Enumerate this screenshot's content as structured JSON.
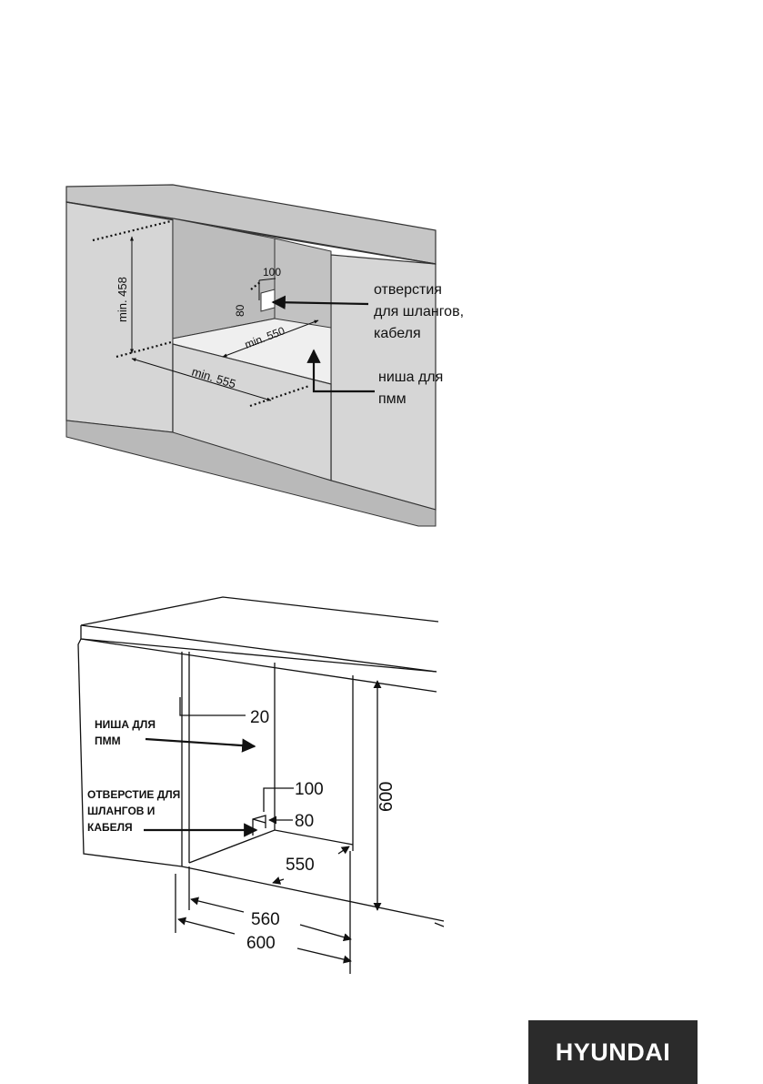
{
  "diagram_top": {
    "dims": {
      "height": "min. 458",
      "width": "min. 555",
      "depth": "min. 550",
      "hole_w": "100",
      "hole_h": "80"
    },
    "labels": {
      "hole": [
        "отверстия",
        "для шлангов,",
        "кабеля"
      ],
      "niche": [
        "ниша для",
        "пмм"
      ]
    }
  },
  "diagram_bottom": {
    "dims": {
      "gap": "20",
      "hole_w": "100",
      "hole_h": "80",
      "depth": "550",
      "inner_w": "560",
      "outer_w": "600",
      "height": "600"
    },
    "labels": {
      "niche": [
        "НИША ДЛЯ",
        "ПММ"
      ],
      "hole": [
        "ОТВЕРСТИЕ ДЛЯ",
        "ШЛАНГОВ И",
        "КАБЕЛЯ"
      ]
    }
  },
  "logo": {
    "text": "HYUNDAI"
  },
  "colors": {
    "cabinet": "#d6d6d6",
    "counter": "#c6c6c6",
    "plinth": "#b9b9b9",
    "niche": "#bcbcbc",
    "logo_bg": "#2b2b2b"
  }
}
